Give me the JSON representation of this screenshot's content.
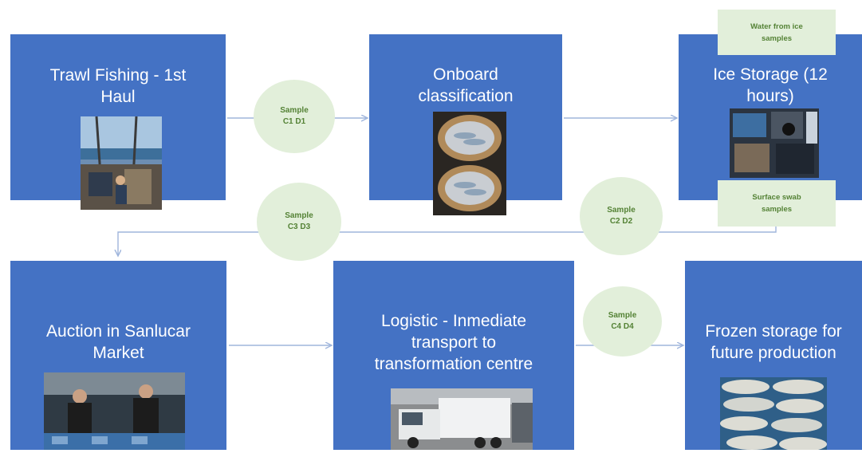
{
  "steps": {
    "trawl": "Trawl Fishing - 1st Haul",
    "onboard": "Onboard classification",
    "ice": "Ice Storage (12 hours)",
    "auction": "Auction in Sanlucar Market",
    "logistic": "Logistic - Inmediate transport to transformation centre",
    "frozen": "Frozen storage for future production"
  },
  "samples": {
    "c1d1": "Sample C1 D1",
    "c3d3": "Sample C3 D3",
    "c2d2": "Sample C2 D2",
    "c4d4": "Sample C4 D4"
  },
  "notes": {
    "water": "Water from ice samples",
    "swab": "Surface swab samples"
  },
  "colors": {
    "box": "#4472c4",
    "sample_fill": "#e2efda",
    "sample_text": "#548235",
    "arrow": "#9fb5dc"
  }
}
